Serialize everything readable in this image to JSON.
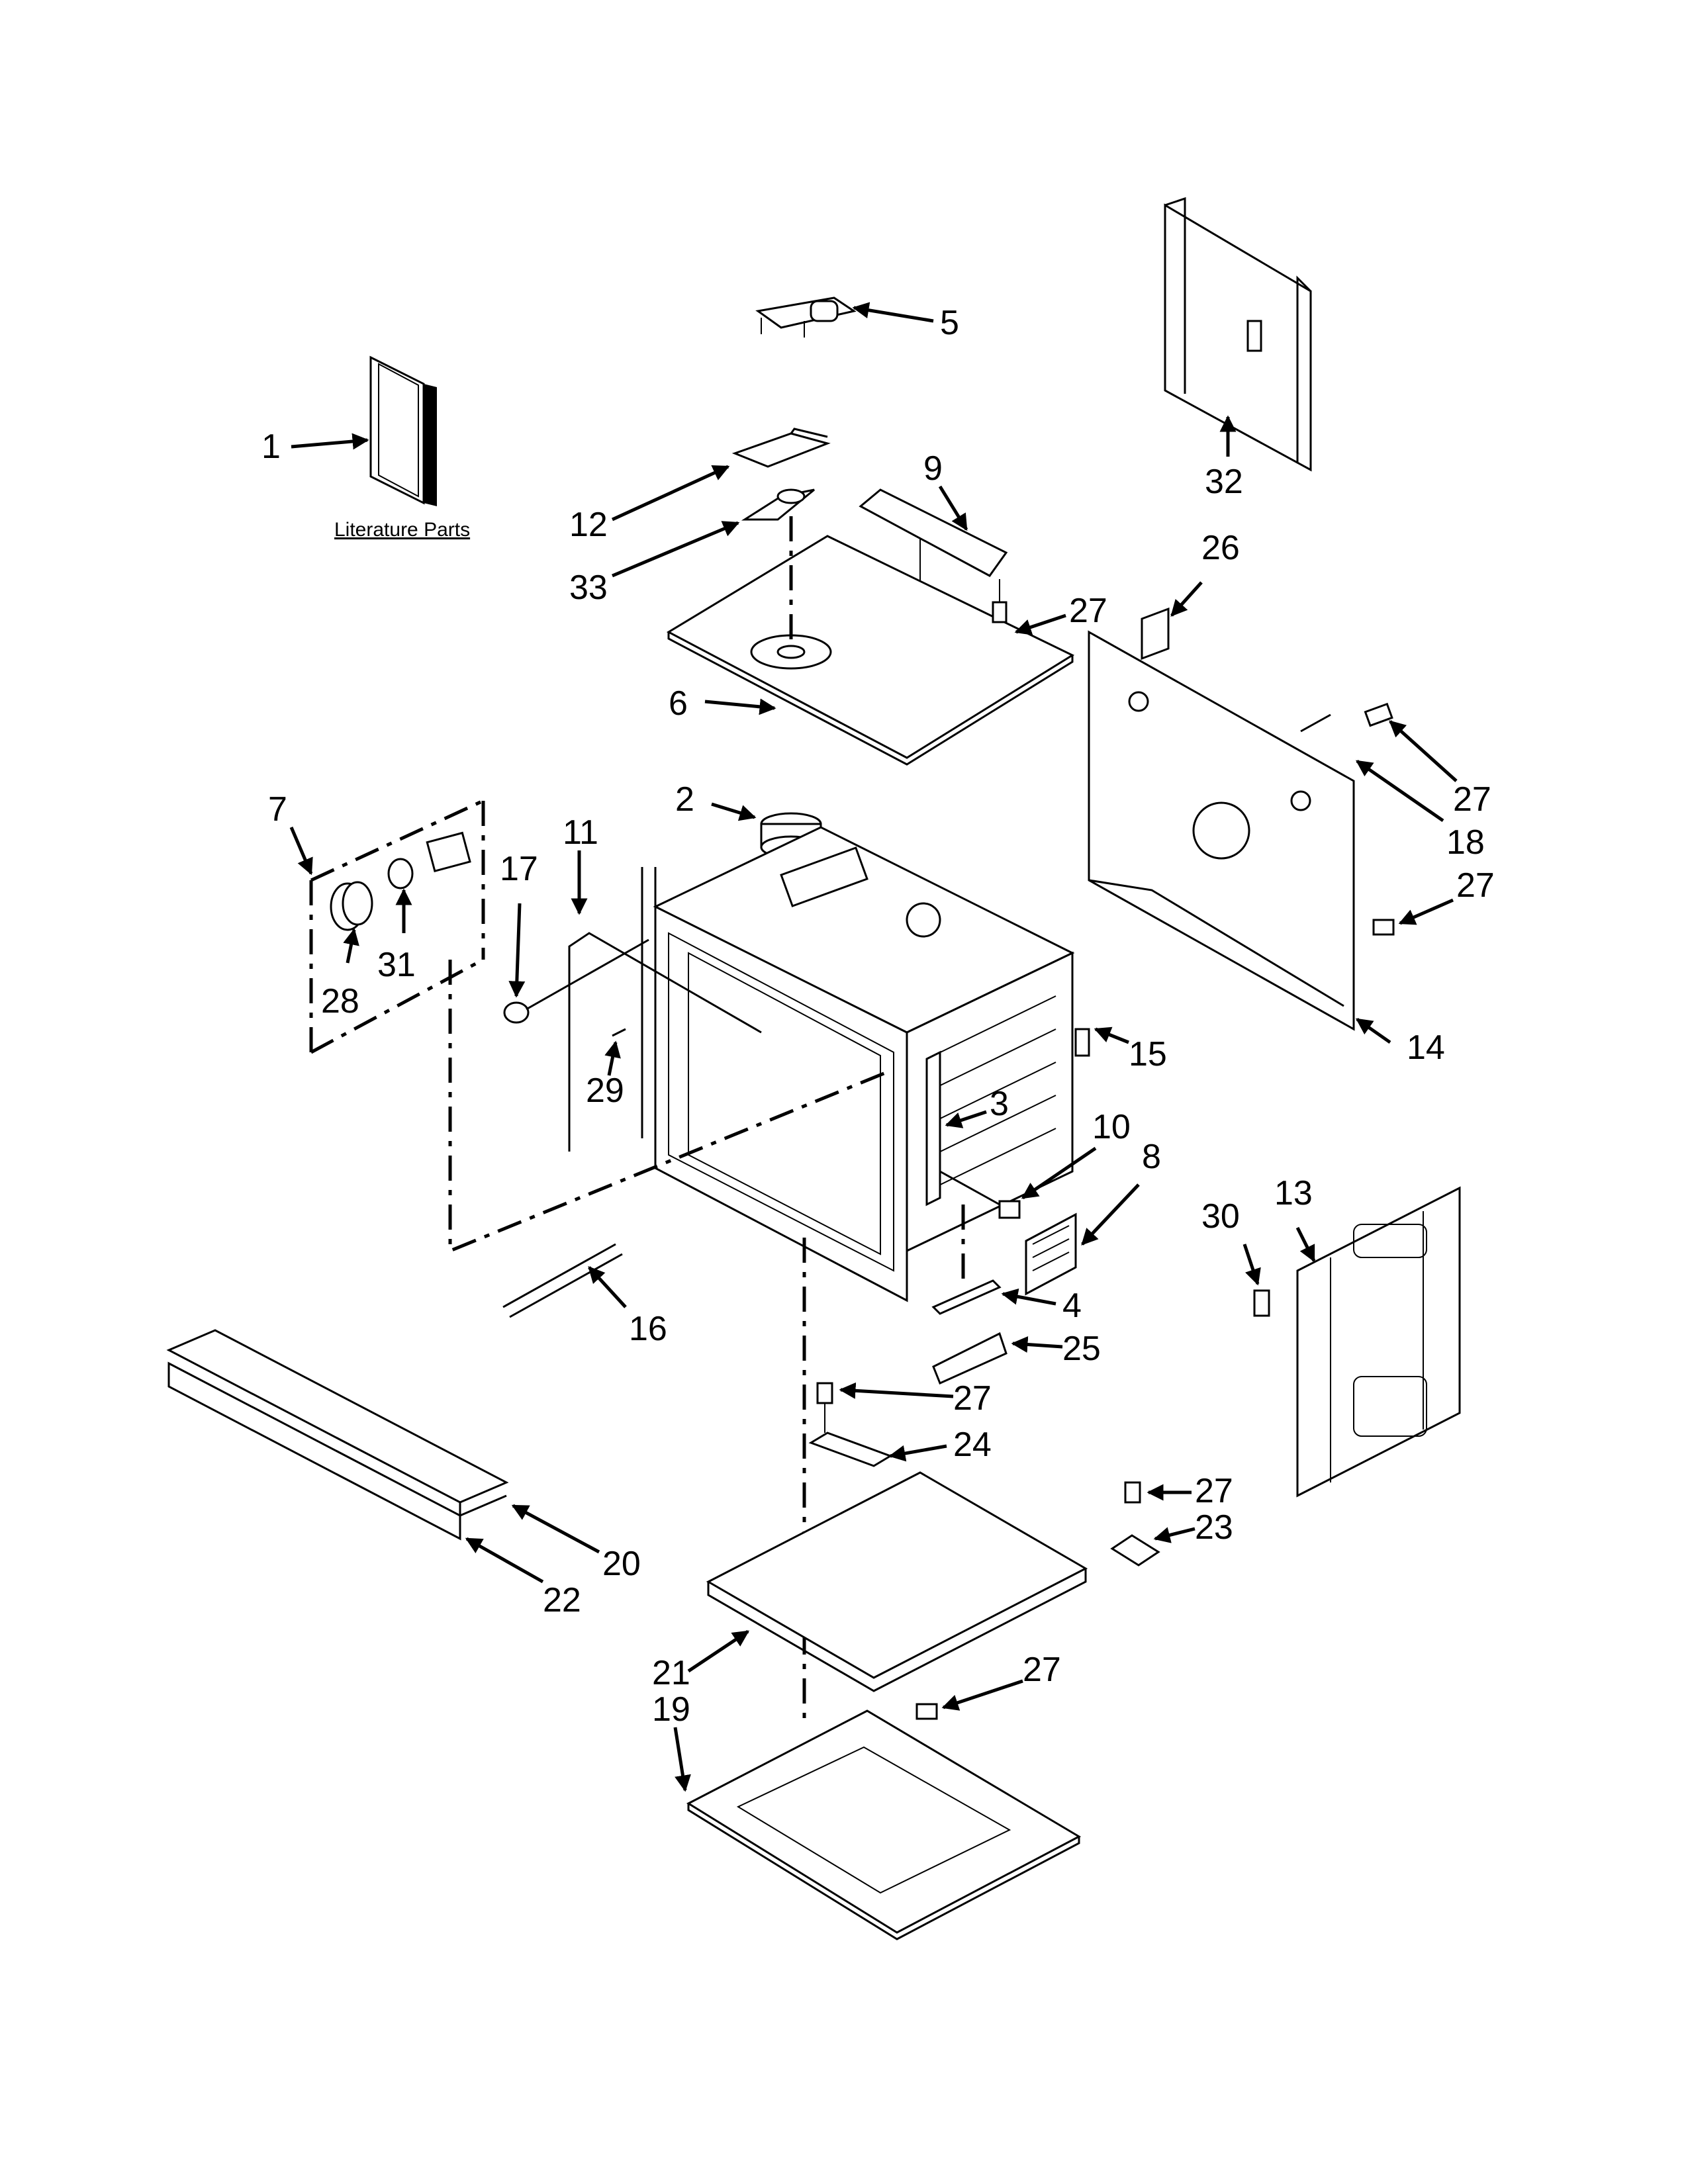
{
  "labels": {
    "l1": "1",
    "l2": "2",
    "l3": "3",
    "l4": "4",
    "l5": "5",
    "l6": "6",
    "l7": "7",
    "l8": "8",
    "l9": "9",
    "l10": "10",
    "l11": "11",
    "l12": "12",
    "l13": "13",
    "l14": "14",
    "l15": "15",
    "l16": "16",
    "l17": "17",
    "l18": "18",
    "l19": "19",
    "l20": "20",
    "l21": "21",
    "l22": "22",
    "l23": "23",
    "l24": "24",
    "l25": "25",
    "l26": "26",
    "l27a": "27",
    "l27b": "27",
    "l27c": "27",
    "l27d": "27",
    "l27e": "27",
    "l27f": "27",
    "l28": "28",
    "l29": "29",
    "l30": "30",
    "l31": "31",
    "l32": "32",
    "l33": "33"
  },
  "literature_parts_label": "Literature Parts"
}
